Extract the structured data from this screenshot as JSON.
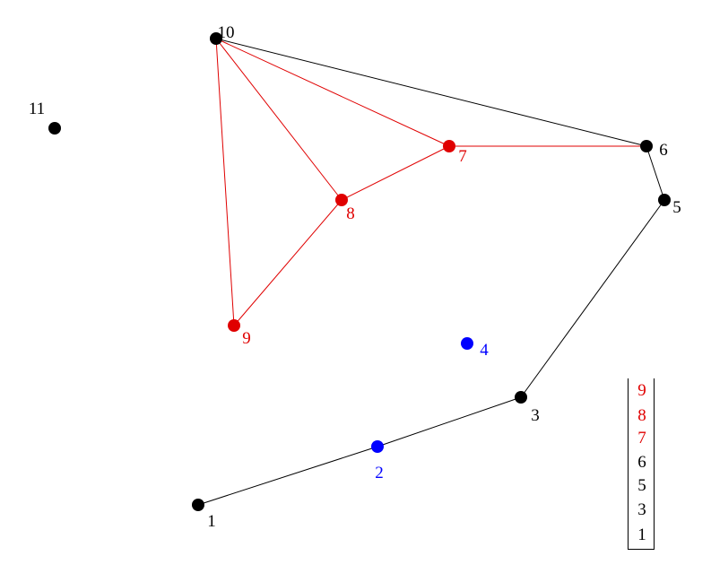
{
  "colors": {
    "black": "#000000",
    "red": "#e00000",
    "blue": "#0000ff"
  },
  "points": [
    {
      "id": "1",
      "label": "1",
      "color": "black"
    },
    {
      "id": "2",
      "label": "2",
      "color": "blue"
    },
    {
      "id": "3",
      "label": "3",
      "color": "black"
    },
    {
      "id": "4",
      "label": "4",
      "color": "blue"
    },
    {
      "id": "5",
      "label": "5",
      "color": "black"
    },
    {
      "id": "6",
      "label": "6",
      "color": "black"
    },
    {
      "id": "7",
      "label": "7",
      "color": "red"
    },
    {
      "id": "8",
      "label": "8",
      "color": "red"
    },
    {
      "id": "9",
      "label": "9",
      "color": "red"
    },
    {
      "id": "10",
      "label": "10",
      "color": "black"
    },
    {
      "id": "11",
      "label": "11",
      "color": "black"
    }
  ],
  "edges": [
    {
      "from": "1",
      "to": "2",
      "color": "black"
    },
    {
      "from": "2",
      "to": "3",
      "color": "black"
    },
    {
      "from": "3",
      "to": "5",
      "color": "black"
    },
    {
      "from": "5",
      "to": "6",
      "color": "black"
    },
    {
      "from": "6",
      "to": "10",
      "color": "black"
    },
    {
      "from": "6",
      "to": "7",
      "color": "red"
    },
    {
      "from": "7",
      "to": "10",
      "color": "red"
    },
    {
      "from": "7",
      "to": "8",
      "color": "red"
    },
    {
      "from": "8",
      "to": "10",
      "color": "red"
    },
    {
      "from": "8",
      "to": "9",
      "color": "red"
    },
    {
      "from": "9",
      "to": "10",
      "color": "red"
    }
  ],
  "stack": [
    {
      "label": "9",
      "color": "red"
    },
    {
      "label": "8",
      "color": "red"
    },
    {
      "label": "7",
      "color": "red"
    },
    {
      "label": "6",
      "color": "black"
    },
    {
      "label": "5",
      "color": "black"
    },
    {
      "label": "3",
      "color": "black"
    },
    {
      "label": "1",
      "color": "black"
    }
  ]
}
